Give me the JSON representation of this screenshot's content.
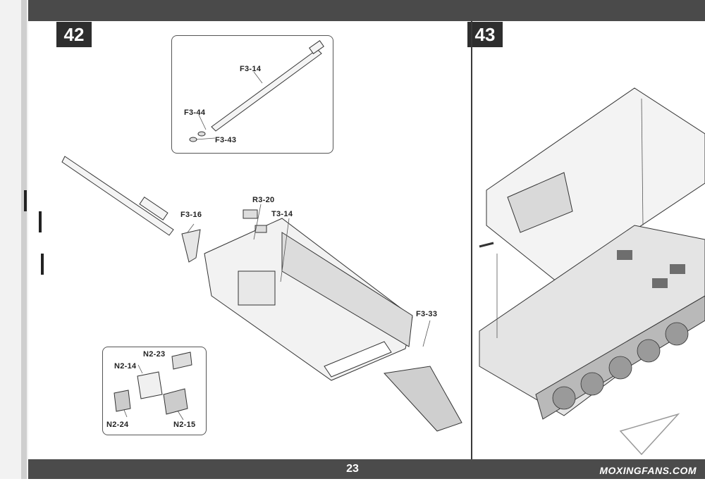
{
  "left_step": {
    "number": "42"
  },
  "right_step": {
    "number": "43"
  },
  "parts": {
    "barrel_inset": [
      "F3-14",
      "F3-44",
      "F3-43"
    ],
    "main": [
      "F3-16",
      "R3-20",
      "T3-14",
      "F3-33"
    ],
    "box_inset": [
      "N2-23",
      "N2-14",
      "N2-24",
      "N2-15"
    ]
  },
  "footer": {
    "page_number": "23",
    "watermark": "MOXINGFANS.COM"
  }
}
